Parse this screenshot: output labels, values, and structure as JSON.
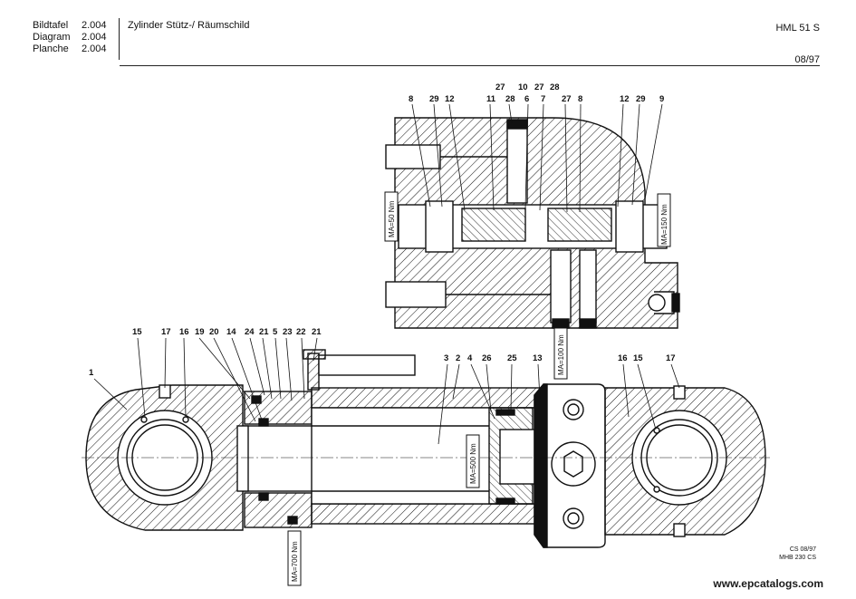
{
  "header": {
    "rows": [
      {
        "label": "Bildtafel",
        "number": "2.004"
      },
      {
        "label": "Diagram",
        "number": "2.004"
      },
      {
        "label": "Planche",
        "number": "2.004"
      }
    ],
    "title": "Zylinder Stütz-/ Räumschild",
    "model": "HML 51 S",
    "date": "08/97"
  },
  "footer": {
    "code_line1": "CS 08/97",
    "code_line2": "MHB 230 CS",
    "watermark": "www.epcatalogs.com"
  },
  "callouts": {
    "block_top": [
      "27",
      "10",
      "27",
      "28"
    ],
    "block_mid": [
      "8",
      "29",
      "12",
      "11",
      "28",
      "6",
      "7",
      "27",
      "8",
      "12",
      "29",
      "9"
    ],
    "cylinder_left": [
      "15",
      "17",
      "16",
      "19",
      "20",
      "14",
      "24",
      "21",
      "5",
      "23",
      "22",
      "21"
    ],
    "item_1": "1",
    "cylinder_mid": [
      "3",
      "2",
      "4",
      "26",
      "25",
      "13"
    ],
    "cylinder_right": [
      "16",
      "15",
      "17"
    ]
  },
  "torques": {
    "left_valve": "MA=50 Nm",
    "right_valve": "MA=150 Nm",
    "bottom_valve": "MA=100 Nm",
    "piston": "MA=500 Nm",
    "head": "MA=700 Nm"
  }
}
